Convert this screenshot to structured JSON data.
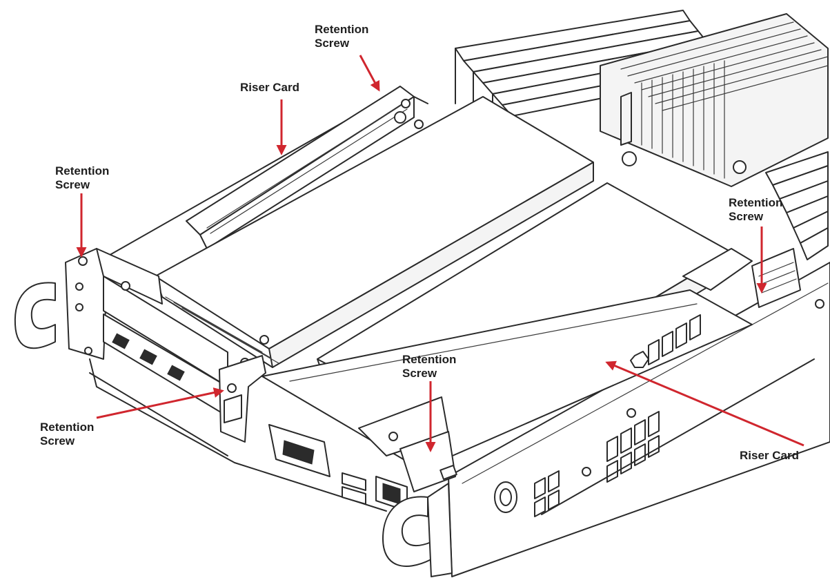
{
  "diagram": {
    "accent_color": "#d0262e",
    "callouts": [
      {
        "id": "retention-screw-top-center",
        "lines": [
          "Retention",
          "Screw"
        ]
      },
      {
        "id": "riser-card-top",
        "lines": [
          "Riser Card"
        ]
      },
      {
        "id": "retention-screw-left",
        "lines": [
          "Retention",
          "Screw"
        ]
      },
      {
        "id": "retention-screw-right",
        "lines": [
          "Retention",
          "Screw"
        ]
      },
      {
        "id": "retention-screw-bottom-center",
        "lines": [
          "Retention",
          "Screw"
        ]
      },
      {
        "id": "retention-screw-bottom-left",
        "lines": [
          "Retention",
          "Screw"
        ]
      },
      {
        "id": "riser-card-right",
        "lines": [
          "Riser Card"
        ]
      }
    ]
  }
}
